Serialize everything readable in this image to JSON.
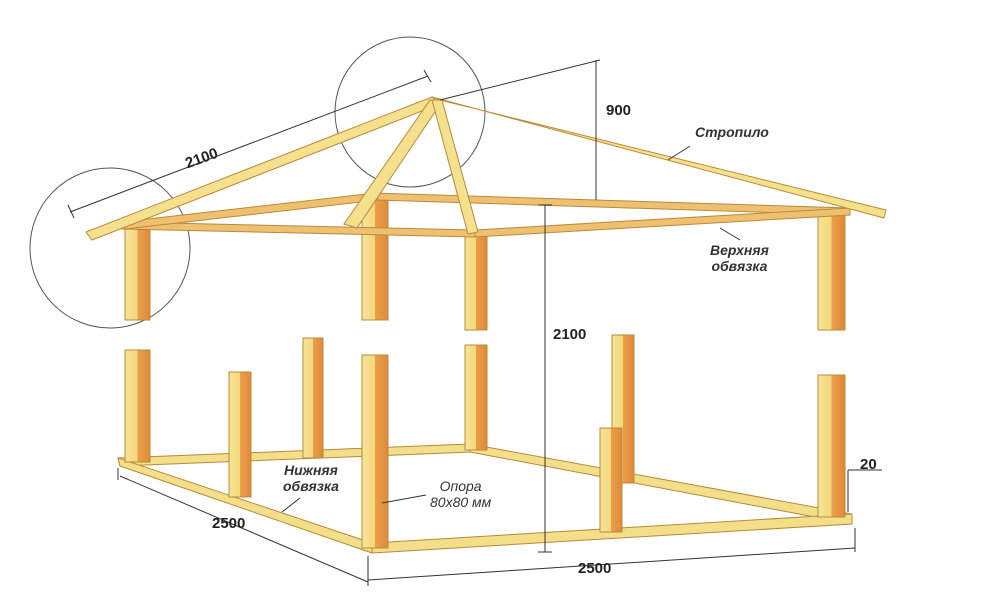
{
  "labels": {
    "rafter": "Стропило",
    "top_frame": [
      "Верхняя",
      "обвязка"
    ],
    "bottom_frame": [
      "Нижняя",
      "обвязка"
    ],
    "post": [
      "Опора",
      "80х80 мм"
    ]
  },
  "dimensions": {
    "rafter_length": "2100",
    "roof_height": "900",
    "post_height": "2100",
    "side_left": "2500",
    "side_front": "2500",
    "offset": "20"
  },
  "colors": {
    "wood_light": "#f3de8a",
    "wood_dark": "#e9a04a",
    "edge": "#b88a3a",
    "line": "#333333"
  }
}
